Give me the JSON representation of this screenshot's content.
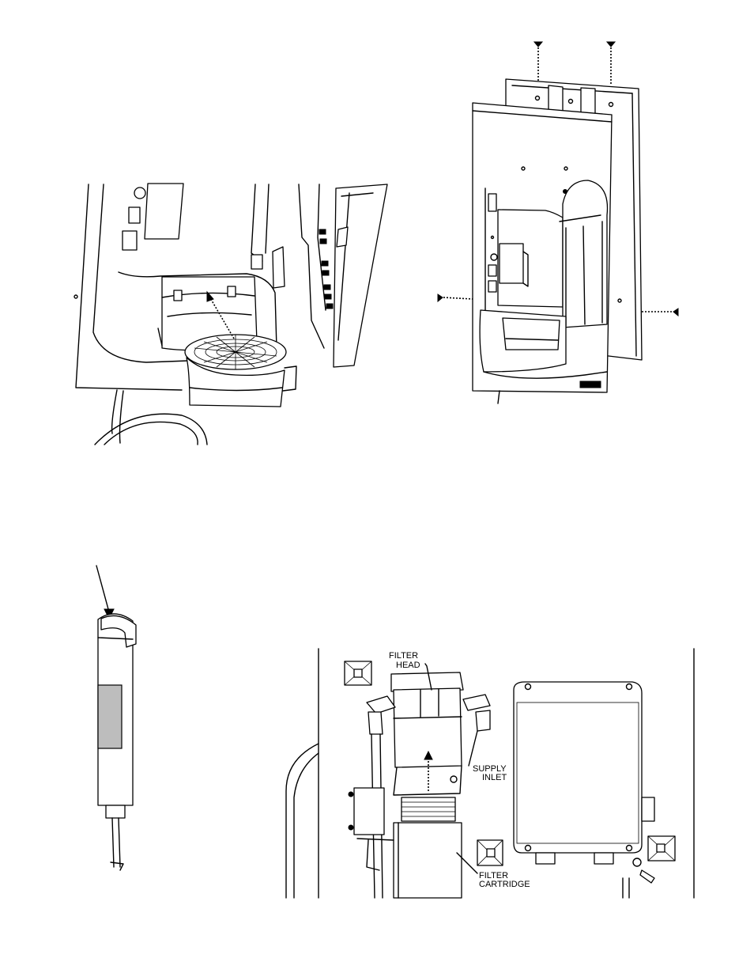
{
  "callouts": {
    "filter_head": [
      "FILTER",
      "HEAD"
    ],
    "supply_inlet": [
      "SUPPLY",
      "INLET"
    ],
    "filter_cartridge": [
      "FILTER",
      "CARTRIDGE"
    ]
  },
  "icons": {
    "arrow": "dashed-arrow-icon",
    "screw": "screw-icon",
    "pointer": "pointer-arrow-icon"
  }
}
